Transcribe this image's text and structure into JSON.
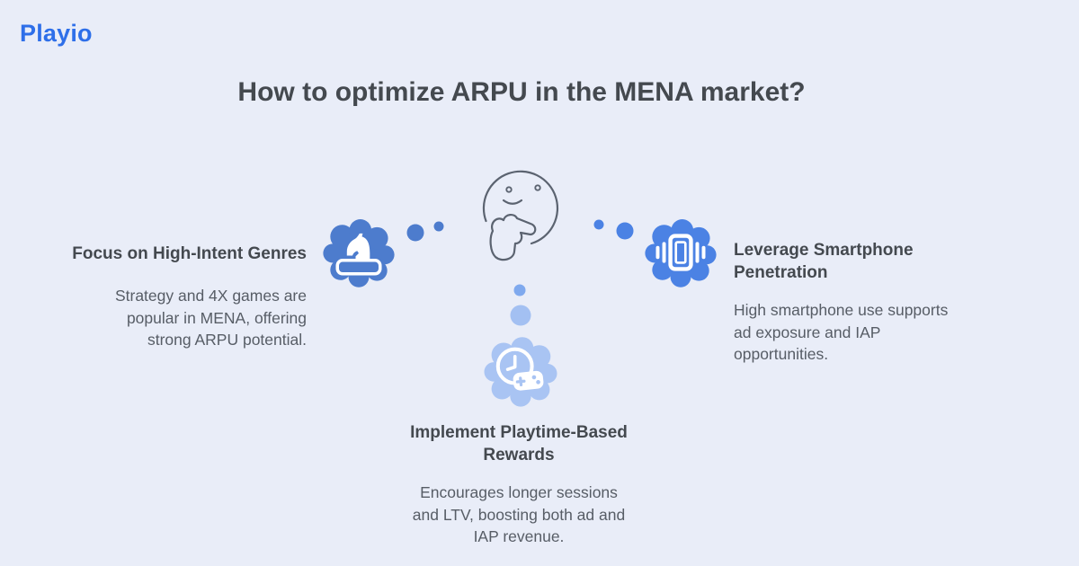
{
  "colors": {
    "background": "#e9edf8",
    "logo_blue": "#2e6fe9",
    "heading_text": "#44494f",
    "body_text": "#575d66",
    "bubble_left": "#4d7ccd",
    "bubble_right": "#4b82e4",
    "bubble_bottom": "#a9c4f3",
    "dot_bottom_small": "#7fa9ee",
    "dot_bottom_large": "#a3c0f2",
    "face_outline": "#5b6370",
    "icon_white": "#ffffff"
  },
  "logo": {
    "text": "Playio"
  },
  "title": {
    "text": "How to optimize ARPU in the MENA market?"
  },
  "figure": {
    "description": "thinking person face with hand on chin"
  },
  "items": {
    "left": {
      "icon": "chess-knight-tray-icon",
      "heading": "Focus on High-Intent Genres",
      "body": "Strategy and 4X games are\npopular in MENA, offering\nstrong ARPU potential."
    },
    "right": {
      "icon": "vibrating-smartphone-icon",
      "heading": "Leverage Smartphone\nPenetration",
      "body": "High smartphone use supports\nad exposure and IAP\nopportunities."
    },
    "bottom": {
      "icon": "clock-gamepad-icon",
      "heading": "Implement Playtime-Based\nRewards",
      "body": "Encourages longer sessions\nand LTV, boosting both ad and\nIAP revenue."
    }
  }
}
